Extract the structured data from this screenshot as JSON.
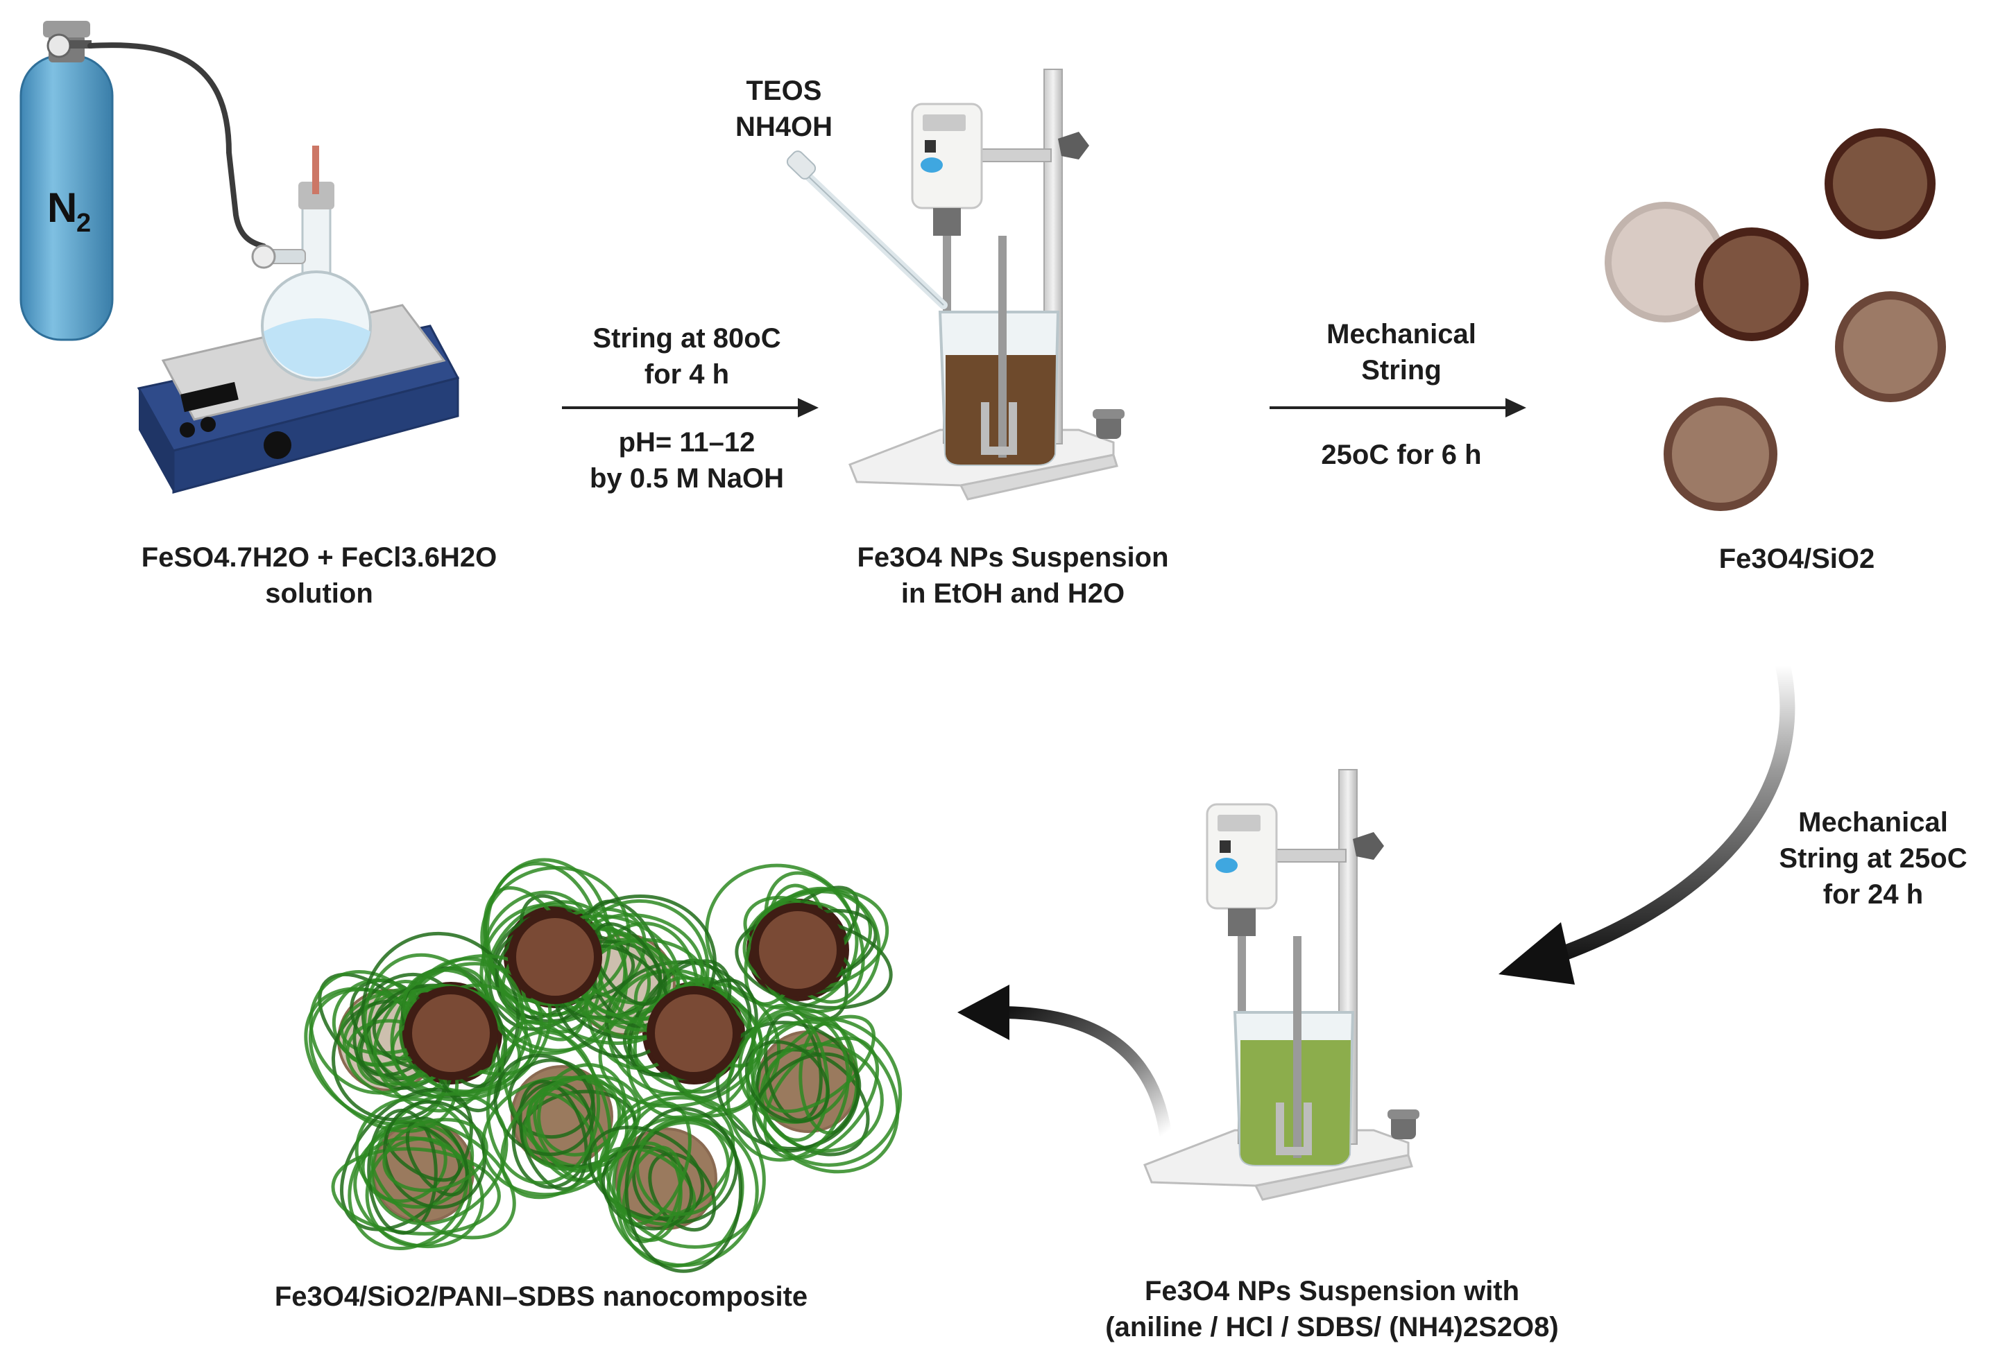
{
  "step1": {
    "gas_label": "N2",
    "caption_line1": "FeSO4.7H2O + FeCl3.6H2O",
    "caption_line2": "solution"
  },
  "arrow1": {
    "above_line1": "String at 80oC",
    "above_line2": "for 4 h",
    "below_line1": "pH= 11–12",
    "below_line2": "by 0.5 M NaOH"
  },
  "step2": {
    "reagent_line1": "TEOS",
    "reagent_line2": "NH4OH",
    "caption_line1": "Fe3O4 NPs Suspension",
    "caption_line2": "in EtOH and H2O"
  },
  "arrow2": {
    "above_line1": "Mechanical",
    "above_line2": "String",
    "below_line1": "25oC for 6 h"
  },
  "step3": {
    "caption": "Fe3O4/SiO2"
  },
  "arrow3": {
    "line1": "Mechanical",
    "line2": "String at 25oC",
    "line3": "for  24 h"
  },
  "step4": {
    "caption_line1": "Fe3O4 NPs Suspension with",
    "caption_line2": "(aniline / HCl / SDBS/ (NH4)2S2O8)"
  },
  "step5": {
    "caption": "Fe3O4/SiO2/PANI–SDBS nanocomposite"
  },
  "colors": {
    "brown_liquid": "#6e4a2c",
    "green_liquid": "#8cad4c",
    "pani_green": "#2e8a22",
    "core_brown": "#8a5a44",
    "cylinder_blue": "#5aa5cf",
    "hotplate_blue": "#2f4b8a"
  }
}
